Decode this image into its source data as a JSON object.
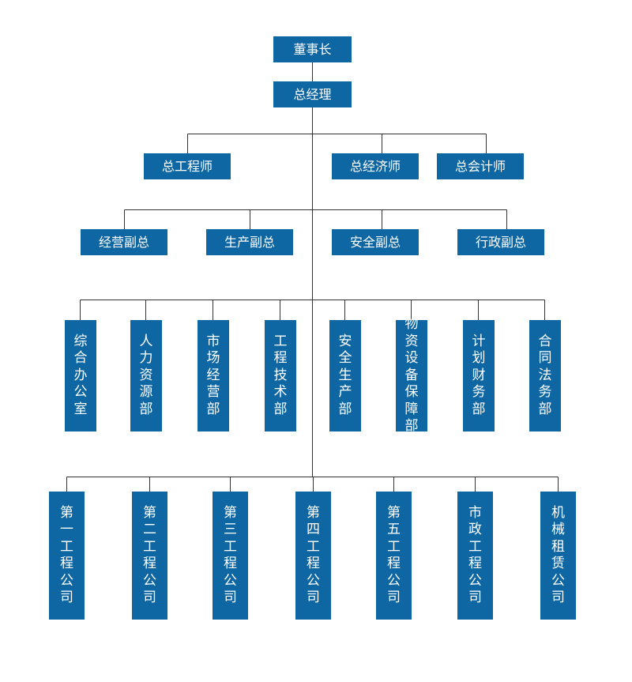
{
  "colors": {
    "node_bg": "#0e67a3",
    "node_text": "#ffffff",
    "line": "#333333"
  },
  "chairman": "董事长",
  "gm": "总经理",
  "chiefs": {
    "engineer": "总工程师",
    "economist": "总经济师",
    "accountant": "总会计师"
  },
  "vps": [
    "经营副总",
    "生产副总",
    "安全副总",
    "行政副总"
  ],
  "departments": [
    "综合办公室",
    "人力资源部",
    "市场经营部",
    "工程技术部",
    "安全生产部",
    "物资设备保障部",
    "计划财务部",
    "合同法务部"
  ],
  "companies": [
    "第一工程公司",
    "第二工程公司",
    "第三工程公司",
    "第四工程公司",
    "第五工程公司",
    "市政工程公司",
    "机械租赁公司"
  ]
}
